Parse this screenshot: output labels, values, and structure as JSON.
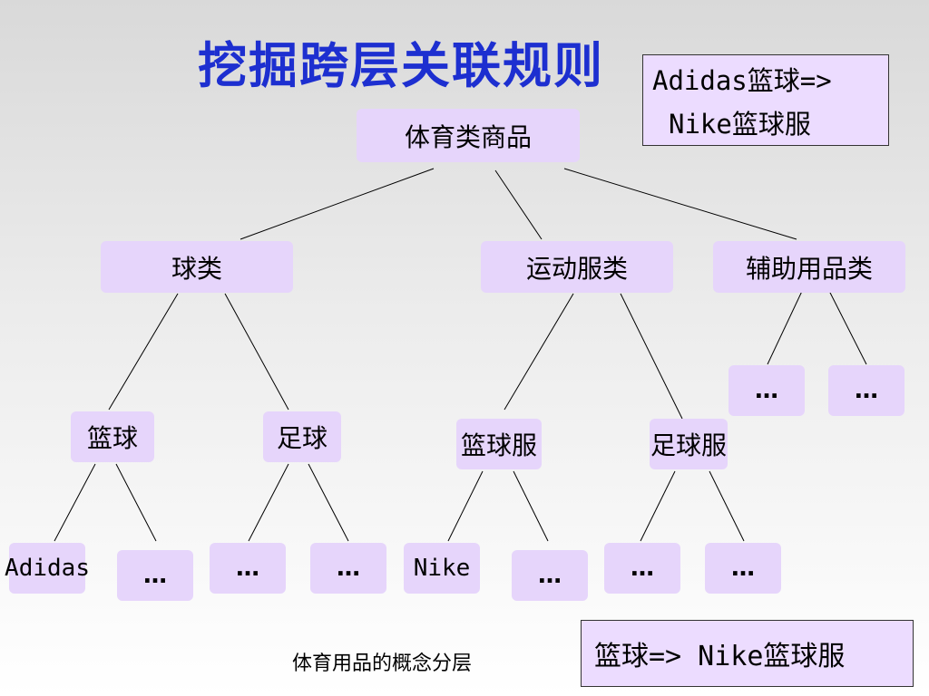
{
  "title": "挖掘跨层关联规则",
  "rule_top": {
    "line1": "Adidas篮球=>",
    "line2": "Nike篮球服"
  },
  "rule_bottom": "篮球=> Nike篮球服",
  "caption": "体育用品的概念分层",
  "tree": {
    "root": "体育类商品",
    "level1": [
      "球类",
      "运动服类",
      "辅助用品类"
    ],
    "level2": [
      "篮球",
      "足球",
      "篮球服",
      "足球服"
    ],
    "level2_aux": [
      "…",
      "…"
    ],
    "leaves": [
      "Adidas",
      "…",
      "…",
      "…",
      "Nike",
      "…",
      "…",
      "…"
    ]
  },
  "colors": {
    "title": "#1d2fd0",
    "node_fill": "#e6d5fb",
    "line": "#000000"
  }
}
